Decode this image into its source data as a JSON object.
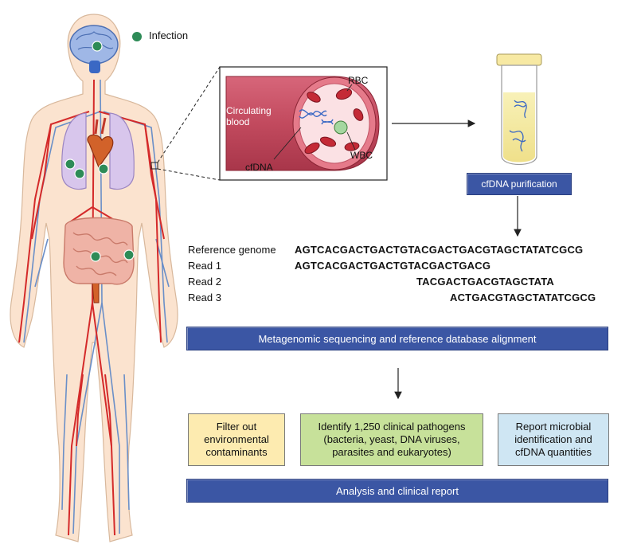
{
  "legend": {
    "label": "Infection",
    "color": "#2e8b57"
  },
  "vessel": {
    "circulating_blood": "Circulating\nblood",
    "rbc": "RBC",
    "wbc": "WBC",
    "cfdna": "cfDNA"
  },
  "purification": {
    "label": "cfDNA purification"
  },
  "alignment": {
    "reference_label": "Reference genome",
    "reference_seq": "AGTCACGACTGACTGTACGACTGACGTAGCTATATCGCG",
    "reads": [
      {
        "label": "Read 1",
        "seq": "AGTCACGACTGACTGTACGACTGACG"
      },
      {
        "label": "Read 2",
        "seq": "TACGACTGACGTAGCTATA"
      },
      {
        "label": "Read 3",
        "seq": "ACTGACGTAGCTATATCGCG"
      }
    ]
  },
  "sequencing_bar": {
    "label": "Metagenomic sequencing and reference database alignment"
  },
  "boxes": {
    "filter": {
      "label": "Filter out\nenvironmental\ncontaminants",
      "color": "#fdebb0"
    },
    "identify": {
      "label": "Identify 1,250 clinical pathogens\n(bacteria, yeast, DNA viruses,\nparasites and eukaryotes)",
      "color": "#c7e19a"
    },
    "report": {
      "label": "Report microbial\nidentification and\ncfDNA quantities",
      "color": "#cfe6f3"
    }
  },
  "report_bar": {
    "label": "Analysis and clinical report"
  },
  "colors": {
    "bar": "#3b56a4",
    "artery": "#d42a2a",
    "vein": "#6a8fc8",
    "skin": "#fbe3cf"
  }
}
